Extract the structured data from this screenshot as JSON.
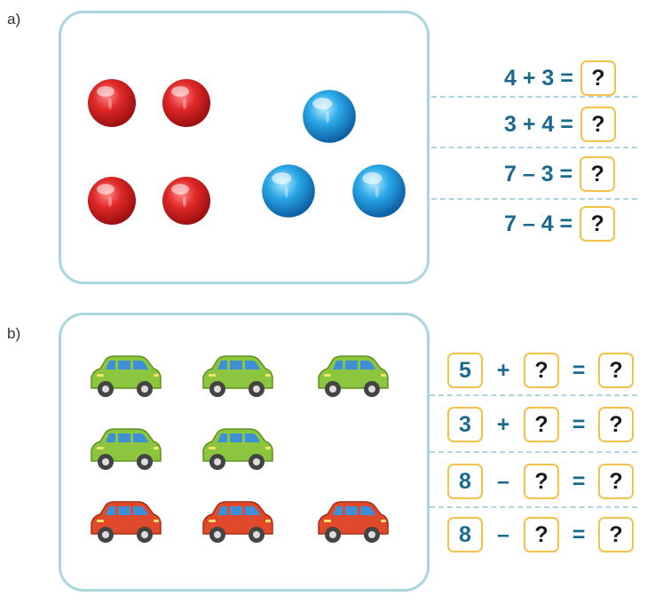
{
  "part_a": {
    "label": "a)",
    "equations": [
      {
        "left": "4 + 3 =",
        "answer": "?"
      },
      {
        "left": "3 + 4 =",
        "answer": "?"
      },
      {
        "left": "7 – 3 =",
        "answer": "?"
      },
      {
        "left": "7 – 4 =",
        "answer": "?"
      }
    ],
    "red_balls": 4,
    "blue_balls": 3
  },
  "part_b": {
    "label": "b)",
    "equations": [
      {
        "first": "5",
        "op": "+",
        "second": "?",
        "eq": "=",
        "answer": "?"
      },
      {
        "first": "3",
        "op": "+",
        "second": "?",
        "eq": "=",
        "answer": "?"
      },
      {
        "first": "8",
        "op": "–",
        "second": "?",
        "eq": "=",
        "answer": "?"
      },
      {
        "first": "8",
        "op": "–",
        "second": "?",
        "eq": "=",
        "answer": "?"
      }
    ],
    "green_cars": 5,
    "red_cars": 3
  },
  "colors": {
    "panel_border": "#a9d6df",
    "equation_text": "#1a6a8f",
    "answer_box_border": "#f2c24b",
    "red_ball": "#e02828",
    "blue_ball": "#2aa8e8",
    "green_car": "#8cc63e",
    "red_car": "#e04a2a"
  }
}
